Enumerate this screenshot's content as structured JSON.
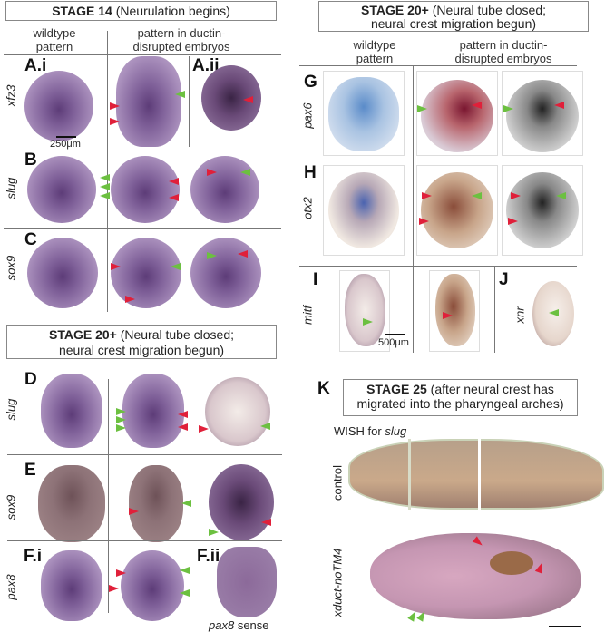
{
  "left": {
    "stage14": {
      "bold": "STAGE 14",
      "rest": " (Neurulation begins)"
    },
    "col_wildtype": "wildtype pattern",
    "col_disrupted": "pattern in ductin-disrupted embryos",
    "panels": {
      "ai": "A.i",
      "aii": "A.ii",
      "b": "B",
      "c": "C",
      "d": "D",
      "e": "E",
      "fi": "F.i",
      "fii": "F.ii"
    },
    "genes": {
      "a": "xfz3",
      "b": "slug",
      "c": "sox9",
      "d": "slug",
      "e": "sox9",
      "f": "pax8"
    },
    "scale_250": "250μm",
    "stage20": {
      "bold": "STAGE 20+",
      "rest": " (Neural tube closed;",
      "line2": "neural crest migration begun)"
    },
    "sense_gene": "pax8",
    "sense_word": " sense"
  },
  "right": {
    "stage20": {
      "bold": "STAGE 20+",
      "rest": " (Neural tube closed;",
      "line2": "neural crest migration begun)"
    },
    "col_wildtype": "wildtype pattern",
    "col_disrupted": "pattern in ductin-disrupted embryos",
    "panels": {
      "g": "G",
      "h": "H",
      "i": "I",
      "j": "J",
      "k": "K"
    },
    "genes": {
      "g": "pax6",
      "h": "otx2",
      "i": "mitf",
      "j": "xnr"
    },
    "scale_500": "500μm",
    "stage25": {
      "bold": "STAGE 25",
      "rest": " (after neural crest has",
      "line2": "migrated into the pharyngeal arches)"
    },
    "wish_prefix": "WISH for ",
    "wish_gene": "slug",
    "row_control": "control",
    "row_xduct": "xduct-noTM4"
  },
  "colors": {
    "red_arrow": "#e0203a",
    "green_arrow": "#6cc040"
  }
}
